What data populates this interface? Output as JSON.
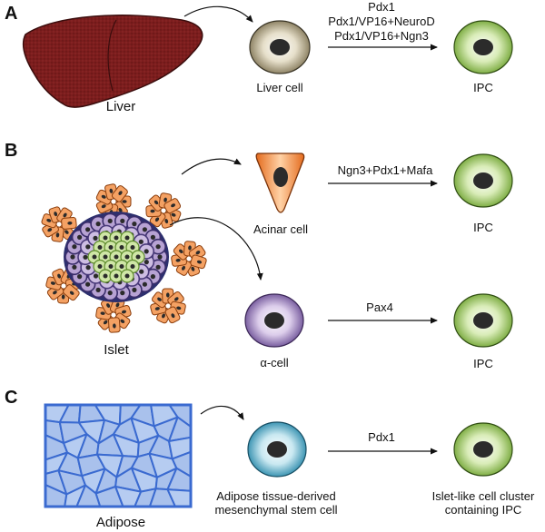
{
  "panels": {
    "a": {
      "letter": "A",
      "source_label": "Liver",
      "cell_label": "Liver cell",
      "factor_lines": [
        "Pdx1",
        "Pdx1/VP16+NeuroD",
        "Pdx1/VP16+Ngn3"
      ],
      "target_label": "IPC"
    },
    "b": {
      "letter": "B",
      "source_label": "Islet",
      "acinar_label": "Acinar cell",
      "acinar_factor": "Ngn3+Pdx1+Mafa",
      "acinar_target": "IPC",
      "alpha_label": "α-cell",
      "alpha_factor": "Pax4",
      "alpha_target": "IPC"
    },
    "c": {
      "letter": "C",
      "source_label": "Adipose",
      "cell_label_lines": [
        "Adipose tissue-derived",
        "mesenchymal stem cell"
      ],
      "factor": "Pdx1",
      "target_label_lines": [
        "Islet-like cell cluster",
        "containing IPC"
      ]
    }
  },
  "colors": {
    "liver": "#7a1f1f",
    "liver_cell": "#b9ad8c",
    "ipc": "#a9cf6e",
    "acinar": "#ee8a3e",
    "alpha": "#a58ac3",
    "msc": "#6fb9cf",
    "adipose_bg": "#a9c1ec",
    "adipose_line": "#3a6ad0",
    "nucleus": "#2b2b2b"
  }
}
